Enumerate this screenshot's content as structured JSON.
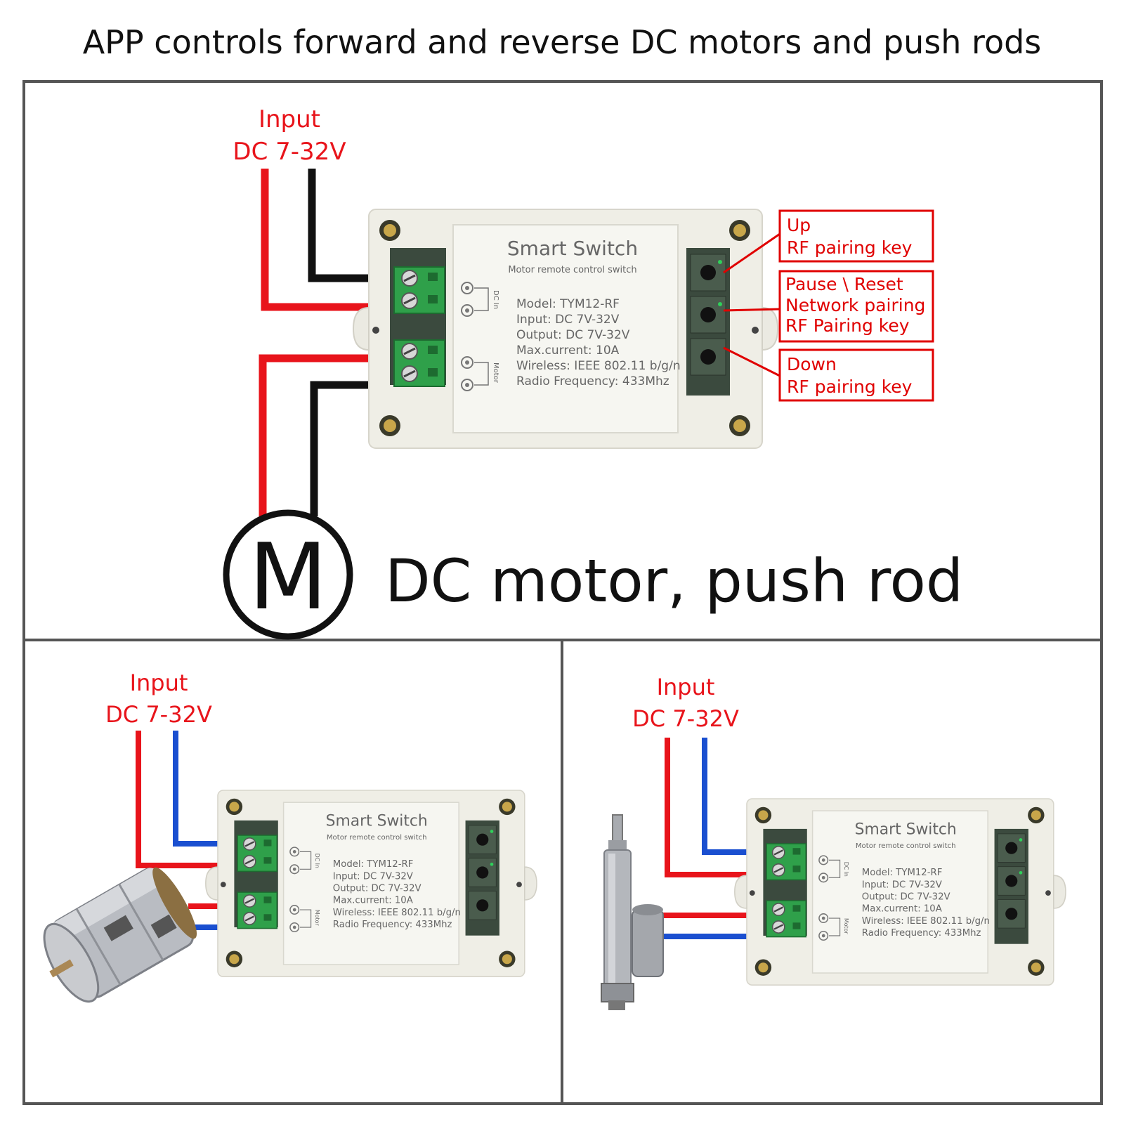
{
  "title": "APP controls forward and reverse DC motors and push rods",
  "input_label": {
    "line1": "Input",
    "line2": "DC 7-32V"
  },
  "device": {
    "brand": "Smart Switch",
    "subtitle": "Motor remote control switch",
    "specs": [
      "Model:  TYM12-RF",
      "Input:  DC 7V-32V",
      "Output:  DC 7V-32V",
      "Max.current:  10A",
      "Wireless:  IEEE 802.11 b/g/n",
      "Radio Frequency:  433Mhz"
    ],
    "port_dc_in": "DC In",
    "port_motor": "Motor"
  },
  "callouts": {
    "up": [
      "Up",
      "RF pairing key"
    ],
    "pause": [
      "Pause \\ Reset",
      "Network pairing",
      "RF Pairing key"
    ],
    "down": [
      "Down",
      "RF pairing key"
    ]
  },
  "motor_symbol": "M",
  "motor_caption": "DC motor, push rod",
  "colors": {
    "red": "#e8141b",
    "black": "#111111",
    "blue": "#1a4fd0",
    "callout": "#e00000",
    "frame": "#555555"
  }
}
